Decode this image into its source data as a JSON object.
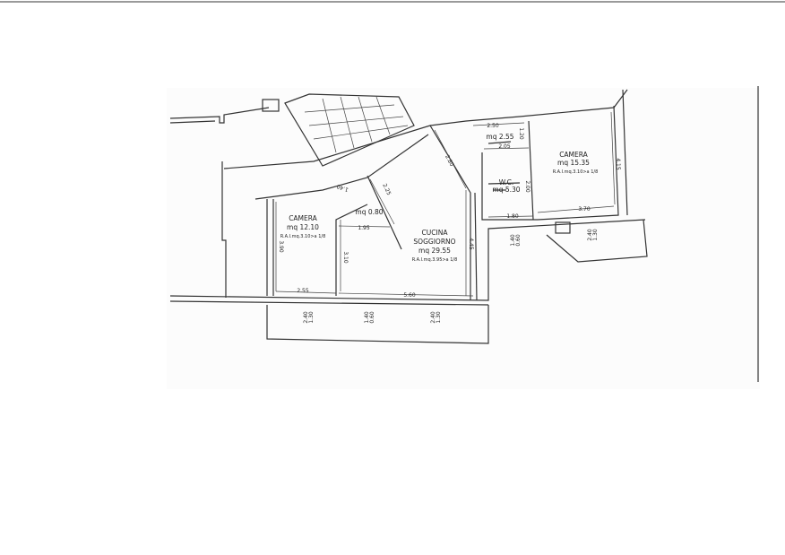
{
  "rooms": [
    {
      "name": "CAMERA",
      "area": "mq 12.10",
      "rai": "R.A.I.mq.3.10>a 1/8"
    },
    {
      "name": "CUCINA",
      "name2": "SOGGIORNO",
      "area": "mq 29.55",
      "rai": "R.A.I.mq.3.95>a 1/8"
    },
    {
      "name": "W.C.",
      "area": "mq 5.30"
    },
    {
      "name": "CAMERA",
      "area": "mq 15.35",
      "rai": "R.A.I.mq.3.10>a 1/8"
    },
    {
      "area": "mq 2.55"
    },
    {
      "area": "mq 0.80"
    }
  ],
  "dimensions": {
    "d_3_90": "3.90",
    "d_2_55": "2.55",
    "d_1_95": "1.95",
    "d_3_10": "3.10",
    "d_5_60": "5.60",
    "d_4_45": "4.45",
    "d_2_80": "2.80",
    "d_2_25": "2.25",
    "d_1_40": "1.40",
    "d_2_50": "2.50",
    "d_1_20": "1.20",
    "d_2_05": "2.05",
    "d_2_00": "2.00",
    "d_1_80": "1.80",
    "d_3_70": "3.70",
    "d_4_15": "4.15"
  },
  "windows": [
    {
      "h": "2.40",
      "w": "1.30"
    },
    {
      "h": "1.40",
      "w": "0.60"
    },
    {
      "h": "2.40",
      "w": "1.30"
    },
    {
      "h": "1.40",
      "w": "0.60"
    },
    {
      "h": "2.40",
      "w": "1.30"
    }
  ]
}
